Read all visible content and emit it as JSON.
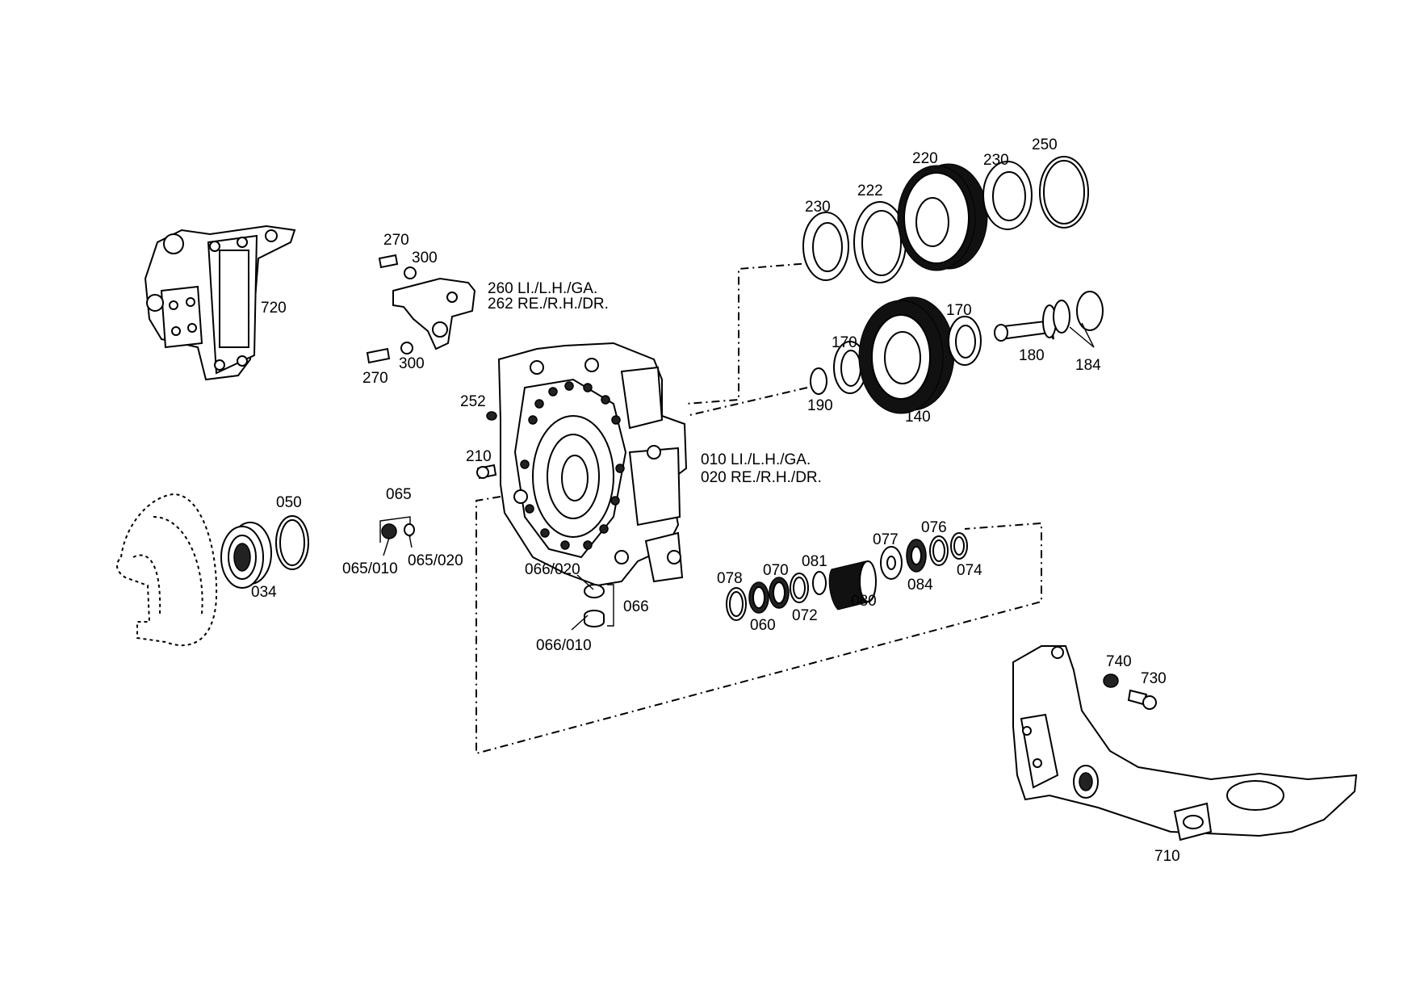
{
  "labels": {
    "l720": "720",
    "l270a": "270",
    "l300a": "300",
    "l260": "260 LI./L.H./GA.",
    "l262": "262 RE./R.H./DR.",
    "l270b": "270",
    "l300b": "300",
    "l252": "252",
    "l210": "210",
    "l010": "010 LI./L.H./GA.",
    "l020": "020 RE./R.H./DR.",
    "l230a": "230",
    "l222": "222",
    "l220": "220",
    "l230b": "230",
    "l250": "250",
    "l170a": "170",
    "l170b": "170",
    "l180": "180",
    "l184": "184",
    "l190": "190",
    "l140": "140",
    "l050": "050",
    "l034": "034",
    "l065": "065",
    "l065_010": "065/010",
    "l065_020": "065/020",
    "l066_020": "066/020",
    "l066": "066",
    "l066_010": "066/010",
    "l078": "078",
    "l070": "070",
    "l081": "081",
    "l077": "077",
    "l076": "076",
    "l074": "074",
    "l084": "084",
    "l080": "080",
    "l072": "072",
    "l060": "060",
    "l740": "740",
    "l730": "730",
    "l710": "710"
  }
}
